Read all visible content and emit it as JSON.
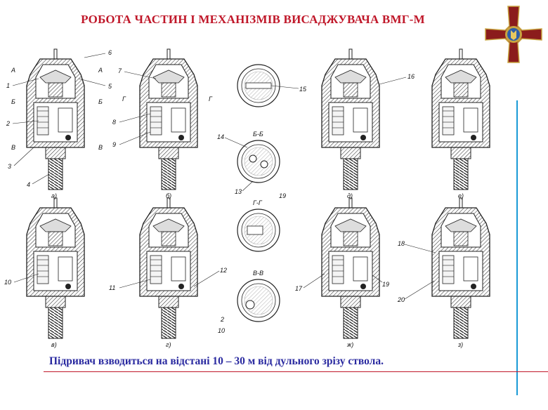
{
  "slide": {
    "title": "РОБОТА ЧАСТИН І МЕХАНІЗМІВ ВИСАДЖУВАЧА ВМГ-М",
    "caption": "Підривач взводиться на відстані 10 – 30 м від дульного зрізу ствола."
  },
  "figures": {
    "top_row": [
      {
        "id": "a",
        "label": "а)"
      },
      {
        "id": "b",
        "label": "б)"
      },
      {
        "id": "d",
        "label": "д)"
      },
      {
        "id": "e",
        "label": "е)"
      }
    ],
    "bottom_row": [
      {
        "id": "v",
        "label": "в)"
      },
      {
        "id": "g",
        "label": "г)"
      },
      {
        "id": "zh",
        "label": "ж)"
      },
      {
        "id": "z",
        "label": "з)"
      }
    ],
    "sections": [
      "Б-Б",
      "Г-Г",
      "В-В"
    ],
    "section_marks": [
      "А",
      "А",
      "Б",
      "Б",
      "В",
      "В",
      "Г",
      "Г"
    ],
    "callouts": [
      "1",
      "2",
      "3",
      "4",
      "5",
      "6",
      "7",
      "8",
      "9",
      "10",
      "11",
      "12",
      "13",
      "14",
      "15",
      "16",
      "17",
      "18",
      "19",
      "20",
      "2",
      "10",
      "19"
    ]
  },
  "colors": {
    "title": "#c0182a",
    "caption": "#2a2aa0",
    "accent_line": "#1a9ad6",
    "rule": "#c0182a",
    "emblem_cross": "#8b1c1c",
    "emblem_gold": "#c8a440"
  }
}
